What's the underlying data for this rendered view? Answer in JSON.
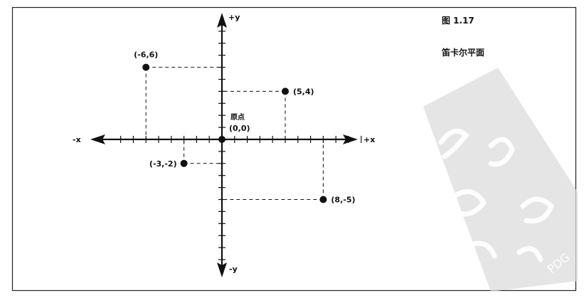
{
  "caption": {
    "figure_number": "图 1.17",
    "title": "笛卡尔平面"
  },
  "axes": {
    "pos_x_label": "+x",
    "neg_x_label": "-x",
    "pos_y_label": "+y",
    "neg_y_label": "-y"
  },
  "origin": {
    "title": "原点",
    "coord": "(0,0)"
  },
  "chart_data": {
    "type": "scatter",
    "x_range": [
      -8,
      11
    ],
    "y_range": [
      -10,
      9
    ],
    "grid": false,
    "points": [
      {
        "x": -6,
        "y": 6,
        "label": "(-6,6)"
      },
      {
        "x": 5,
        "y": 4,
        "label": "(5,4)"
      },
      {
        "x": -3,
        "y": -2,
        "label": "(-3,-2)"
      },
      {
        "x": 8,
        "y": -5,
        "label": "(8,-5)"
      }
    ]
  },
  "watermark": {
    "seal_text": "PDG",
    "color": "#d9d9d9"
  },
  "colors": {
    "ink": "#111111",
    "frame": "#222222"
  }
}
